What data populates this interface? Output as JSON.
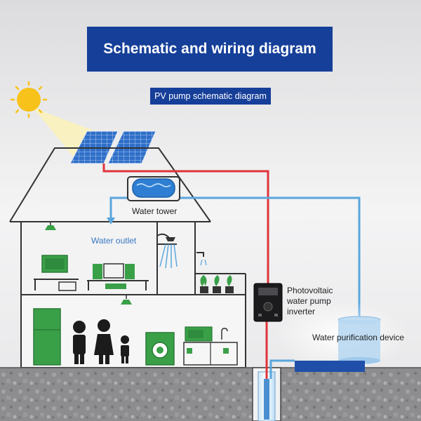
{
  "header": {
    "title": "Schematic and wiring diagram",
    "subtitle": "PV pump schematic diagram"
  },
  "labels": {
    "water_tower": "Water tower",
    "water_outlet": "Water outlet",
    "inverter_line1": "Photovoltaic",
    "inverter_line2": "water pump",
    "inverter_line3": "inverter",
    "purification": "Water purification device"
  },
  "colors": {
    "banner": "#163f99",
    "power_wire": "#e0343a",
    "water_pipe": "#5aa6dc",
    "house_line": "#333333",
    "appliance_green": "#3aa048",
    "sun": "#f7c21a"
  }
}
